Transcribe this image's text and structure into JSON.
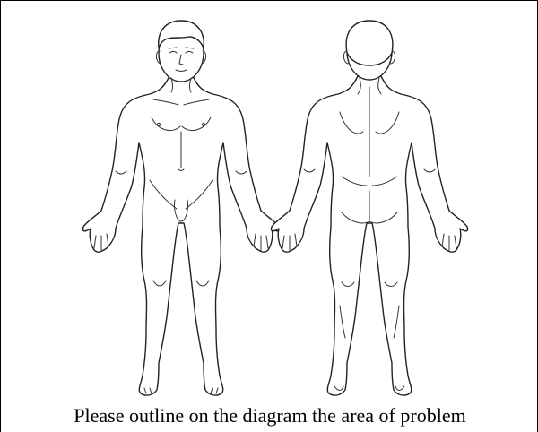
{
  "diagram": {
    "instruction": "Please outline on the diagram the area of problem",
    "figures": [
      {
        "view": "front",
        "icon": "front-body-outline"
      },
      {
        "view": "back",
        "icon": "back-body-outline"
      }
    ],
    "colors": {
      "line": "#222222",
      "background": "#ffffff",
      "border": "#000000"
    }
  }
}
